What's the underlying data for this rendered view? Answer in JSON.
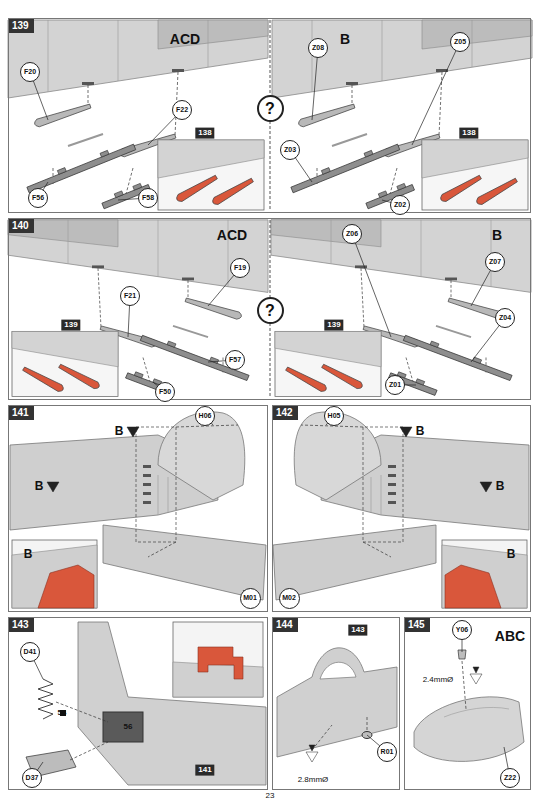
{
  "diagram": {
    "nodes": [
      {
        "text": [
          "139"
        ]
      },
      {
        "text": [
          "F20"
        ],
        "in": 0
      },
      {
        "text": [
          "F22"
        ],
        "in": 0
      },
      {
        "text": [
          "F56"
        ],
        "in": 0
      },
      {
        "text": [
          "F58"
        ],
        "in": 0
      },
      {
        "text": [
          "?"
        ],
        "in": 0
      },
      {
        "text": [
          "Z08"
        ],
        "in": 0
      },
      {
        "text": [
          "Z05"
        ],
        "in": 0
      },
      {
        "text": [
          "Z03"
        ],
        "in": 0
      },
      {
        "text": [
          "Z02"
        ],
        "in": 0
      },
      {
        "text": [
          "140"
        ]
      },
      {
        "text": [
          "F19"
        ],
        "in": 10
      },
      {
        "text": [
          "F21"
        ],
        "in": 10
      },
      {
        "text": [
          "F50"
        ],
        "in": 10
      },
      {
        "text": [
          "F57"
        ],
        "in": 10
      },
      {
        "text": [
          "?"
        ],
        "in": 10
      },
      {
        "text": [
          "Z06"
        ],
        "in": 10
      },
      {
        "text": [
          "Z07"
        ],
        "in": 10
      },
      {
        "text": [
          "Z04"
        ],
        "in": 10
      },
      {
        "text": [
          "Z01"
        ],
        "in": 10
      },
      {
        "text": [
          "141"
        ]
      },
      {
        "text": [
          "H06"
        ],
        "in": 20
      },
      {
        "text": [
          "M01"
        ],
        "in": 20
      },
      {
        "text": [
          "142"
        ]
      },
      {
        "text": [
          "H05"
        ],
        "in": 23
      },
      {
        "text": [
          "M02"
        ],
        "in": 23
      },
      {
        "text": [
          "143"
        ]
      },
      {
        "text": [
          "D41"
        ],
        "in": 26
      },
      {
        "text": [
          "D37"
        ],
        "in": 26
      },
      {
        "text": [
          "144"
        ]
      },
      {
        "text": [
          "R01"
        ],
        "in": 29
      },
      {
        "text": [
          "145"
        ]
      },
      {
        "text": [
          "Y06"
        ],
        "in": 31
      },
      {
        "text": [
          "Z22"
        ],
        "in": 31
      }
    ],
    "labels": [
      "ACD",
      "138",
      "B",
      "138",
      "ACD",
      "139",
      "B",
      "139",
      "B",
      "B",
      "B",
      "B",
      "B",
      "B",
      "56",
      "56",
      "141",
      "143",
      "2.8mmØ",
      "ABC",
      "2.4mmØ",
      "23"
    ]
  }
}
